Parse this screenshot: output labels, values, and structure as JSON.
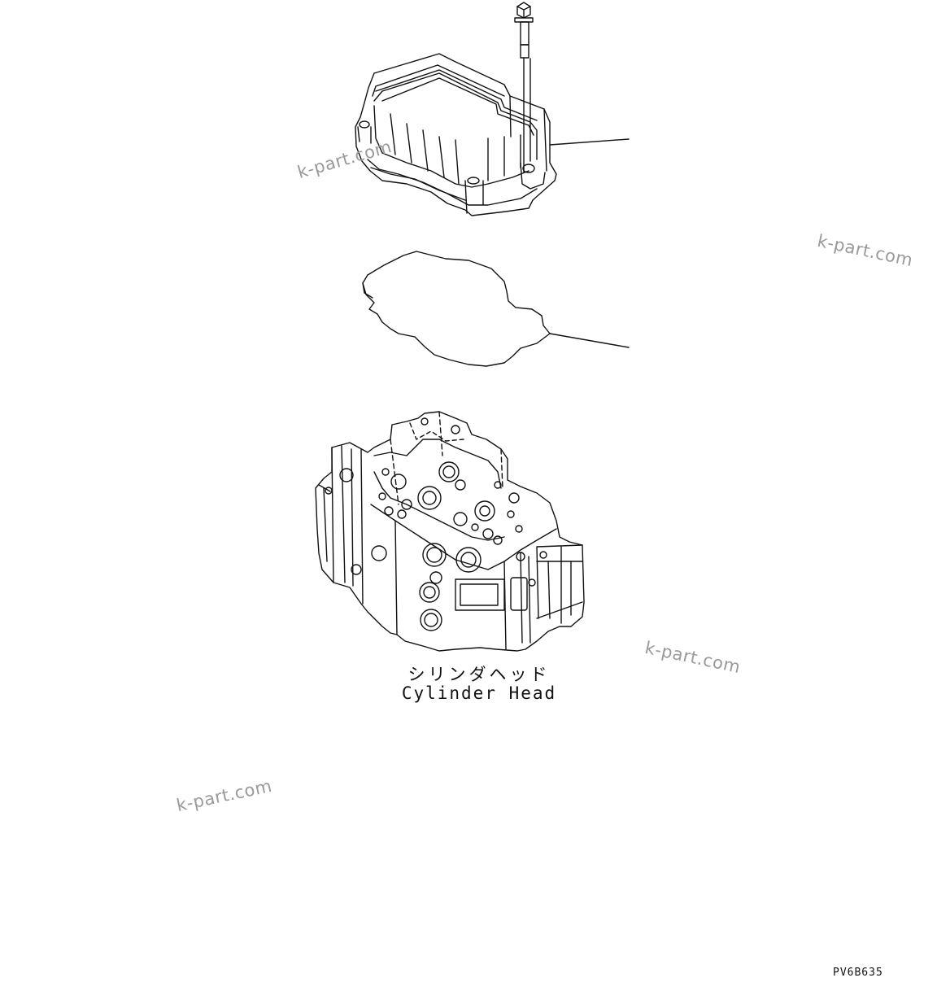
{
  "caption": {
    "japanese": "シリンダヘッド",
    "english": "Cylinder Head"
  },
  "drawing_code": "PV6B635",
  "watermarks": [
    "k-part.com",
    "k-part.com",
    "k-part.com",
    "k-part.com"
  ],
  "parts": [
    "cover-bolt",
    "cylinder-head-cover",
    "cover-gasket",
    "cylinder-head"
  ]
}
